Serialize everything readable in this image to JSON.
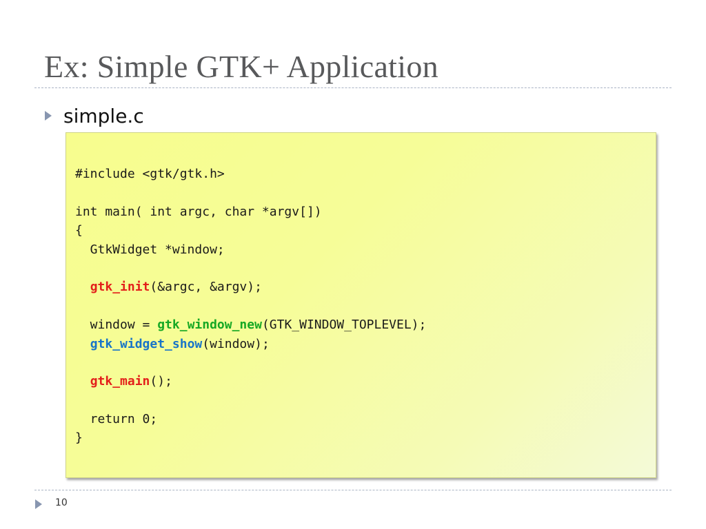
{
  "slide": {
    "title": "Ex: Simple GTK+ Application",
    "bullet": {
      "icon": "triangle-right-icon",
      "text": "simple.c"
    },
    "code_lines": [
      {
        "segments": [
          {
            "text": "#include <gtk/gtk.h>"
          }
        ]
      },
      {
        "segments": [
          {
            "text": ""
          }
        ]
      },
      {
        "segments": [
          {
            "text": "int main( int argc, char *argv[])"
          }
        ]
      },
      {
        "segments": [
          {
            "text": "{"
          }
        ]
      },
      {
        "segments": [
          {
            "text": "  GtkWidget *window;"
          }
        ]
      },
      {
        "segments": [
          {
            "text": ""
          }
        ]
      },
      {
        "segments": [
          {
            "text": "  "
          },
          {
            "text": "gtk_init",
            "style": "red"
          },
          {
            "text": "(&argc, &argv);"
          }
        ]
      },
      {
        "segments": [
          {
            "text": ""
          }
        ]
      },
      {
        "segments": [
          {
            "text": "  window = "
          },
          {
            "text": "gtk_window_new",
            "style": "green"
          },
          {
            "text": "(GTK_WINDOW_TOPLEVEL);"
          }
        ]
      },
      {
        "segments": [
          {
            "text": "  "
          },
          {
            "text": "gtk_widget_show",
            "style": "blue"
          },
          {
            "text": "(window);"
          }
        ]
      },
      {
        "segments": [
          {
            "text": ""
          }
        ]
      },
      {
        "segments": [
          {
            "text": "  "
          },
          {
            "text": "gtk_main",
            "style": "red"
          },
          {
            "text": "();"
          }
        ]
      },
      {
        "segments": [
          {
            "text": ""
          }
        ]
      },
      {
        "segments": [
          {
            "text": "  return 0;"
          }
        ]
      },
      {
        "segments": [
          {
            "text": "}"
          }
        ]
      }
    ],
    "highlight_colors": {
      "red": "#e3201b",
      "green": "#16a824",
      "blue": "#1874c8"
    },
    "code_box_color": "#f7fd8e",
    "title_color": "#58595b",
    "bullet_icon_color": "#7a8aa8",
    "footer": {
      "icon": "triangle-right-icon",
      "page_number": "10"
    }
  }
}
